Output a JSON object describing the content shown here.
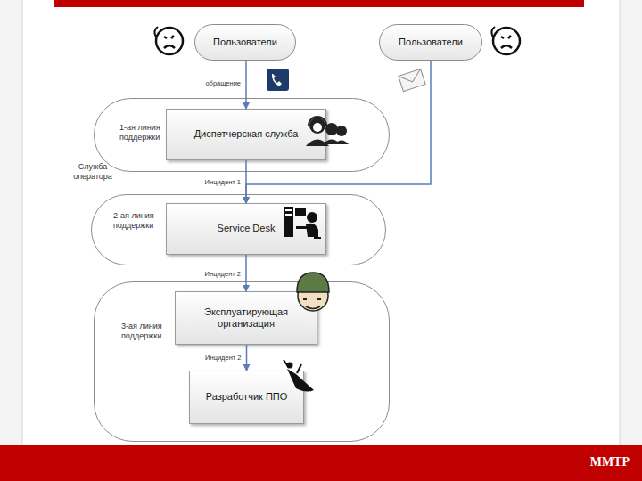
{
  "diagram": {
    "nodes": [
      {
        "text": [
          "Пользователи"
        ]
      },
      {
        "text": [
          "Пользователи"
        ]
      },
      {
        "text": [
          "1-ая линия поддержки"
        ]
      },
      {
        "text": [
          "Диспетчерская служба"
        ],
        "in": 2
      },
      {
        "text": [
          "2-ая линия поддержки"
        ]
      },
      {
        "text": [
          "Service Desk"
        ],
        "in": 4
      },
      {
        "text": [
          "3-ая линия поддержки"
        ]
      },
      {
        "text": [
          "Эксплуатирующая организация"
        ],
        "in": 6
      },
      {
        "text": [
          "Разработчик ППО"
        ],
        "in": 6
      }
    ],
    "edges": [
      {
        "from": 0,
        "to": 3,
        "label": "обращение",
        "arrow": "to"
      },
      {
        "from": 1,
        "to": 5,
        "arrow": "to"
      },
      {
        "from": 3,
        "to": 5,
        "label": "Инцидент 1",
        "arrow": "to"
      },
      {
        "from": 5,
        "to": 7,
        "label": "Инцидент 2",
        "arrow": "to"
      },
      {
        "from": 7,
        "to": 8,
        "label": "Инцидент 2",
        "arrow": "to"
      }
    ],
    "labels": [
      "Служба оператора",
      "ММТР"
    ]
  }
}
